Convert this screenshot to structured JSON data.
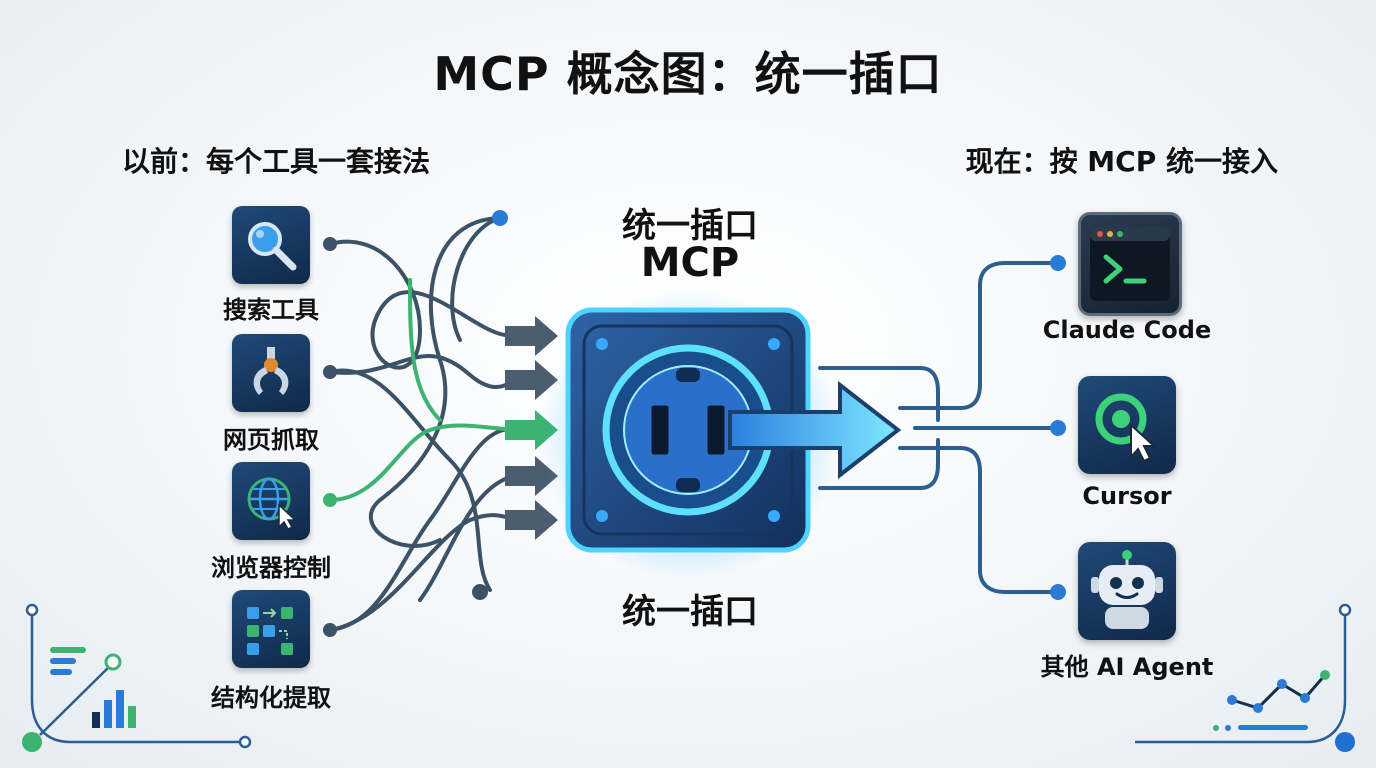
{
  "title": "MCP 概念图：统一插口",
  "left_heading": "以前：每个工具一套接法",
  "right_heading": "现在：按 MCP 统一接入",
  "hub": {
    "top_label_line1": "统一插口",
    "top_label_line2": "MCP",
    "bottom_label": "统一插口"
  },
  "tools": [
    {
      "label": "搜索工具",
      "icon": "magnifier-icon"
    },
    {
      "label": "网页抓取",
      "icon": "claw-icon"
    },
    {
      "label": "浏览器控制",
      "icon": "globe-cursor-icon"
    },
    {
      "label": "结构化提取",
      "icon": "blocks-icon"
    }
  ],
  "clients": [
    {
      "label": "Claude Code",
      "icon": "terminal-icon"
    },
    {
      "label": "Cursor",
      "icon": "cursor-icon"
    },
    {
      "label": "其他 AI Agent",
      "icon": "robot-icon"
    }
  ],
  "colors": {
    "navy": "#12304f",
    "wire": "#3c5266",
    "green": "#3cb371",
    "glow": "#33c8ff",
    "blue": "#1f6fd1"
  }
}
